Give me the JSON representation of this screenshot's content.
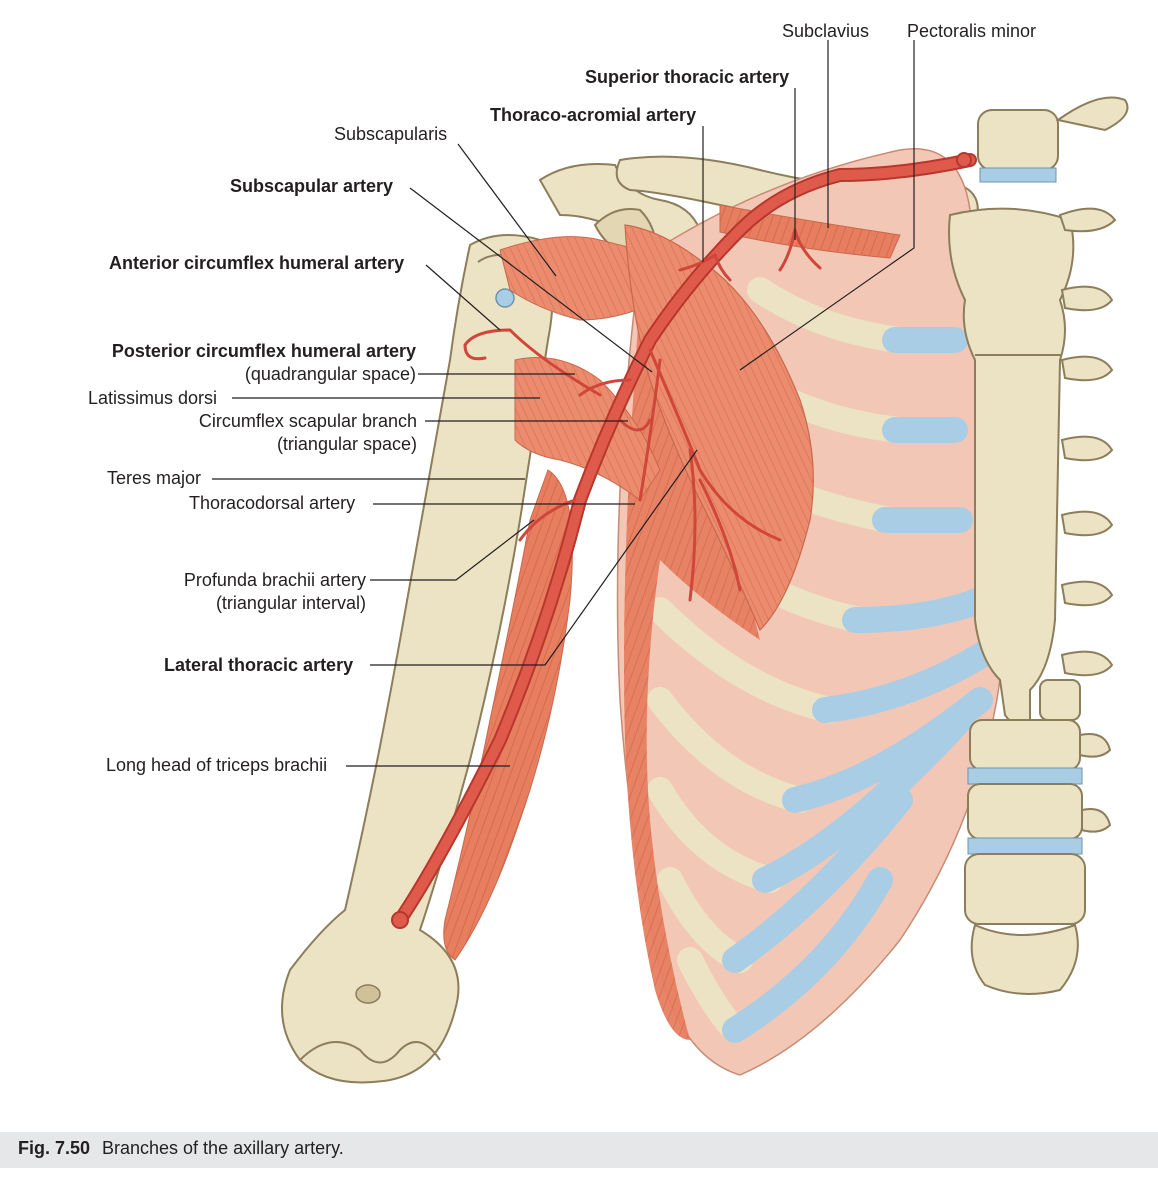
{
  "colors": {
    "bone": "#ece2c4",
    "bone_shadow": "#cfc19a",
    "cartilage": "#a9cde4",
    "muscle": "#e77e60",
    "muscle_light": "#f0a488",
    "artery": "#e05a4c",
    "artery_dark": "#b8372d",
    "leader": "#231f20",
    "caption_bg": "#e6e7e8"
  },
  "labels": {
    "subclavius": "Subclavius",
    "pectoralis_minor": "Pectoralis minor",
    "superior_thoracic": "Superior thoracic artery",
    "thoraco_acromial": "Thoraco-acromial artery",
    "subscapularis": "Subscapularis",
    "subscapular_artery": "Subscapular artery",
    "anterior_circumflex": "Anterior circumflex humeral artery",
    "posterior_circumflex": "Posterior circumflex humeral artery",
    "posterior_circumflex_sub": "(quadrangular space)",
    "latissimus": "Latissimus dorsi",
    "circumflex_scapular": "Circumflex scapular branch",
    "circumflex_scapular_sub": "(triangular space)",
    "teres_major": "Teres major",
    "thoracodorsal": "Thoracodorsal artery",
    "profunda": "Profunda brachii artery",
    "profunda_sub": "(triangular interval)",
    "lateral_thoracic": "Lateral thoracic artery",
    "triceps": "Long head of triceps brachii"
  },
  "caption": {
    "number": "Fig. 7.50",
    "text": "Branches of the axillary artery."
  }
}
